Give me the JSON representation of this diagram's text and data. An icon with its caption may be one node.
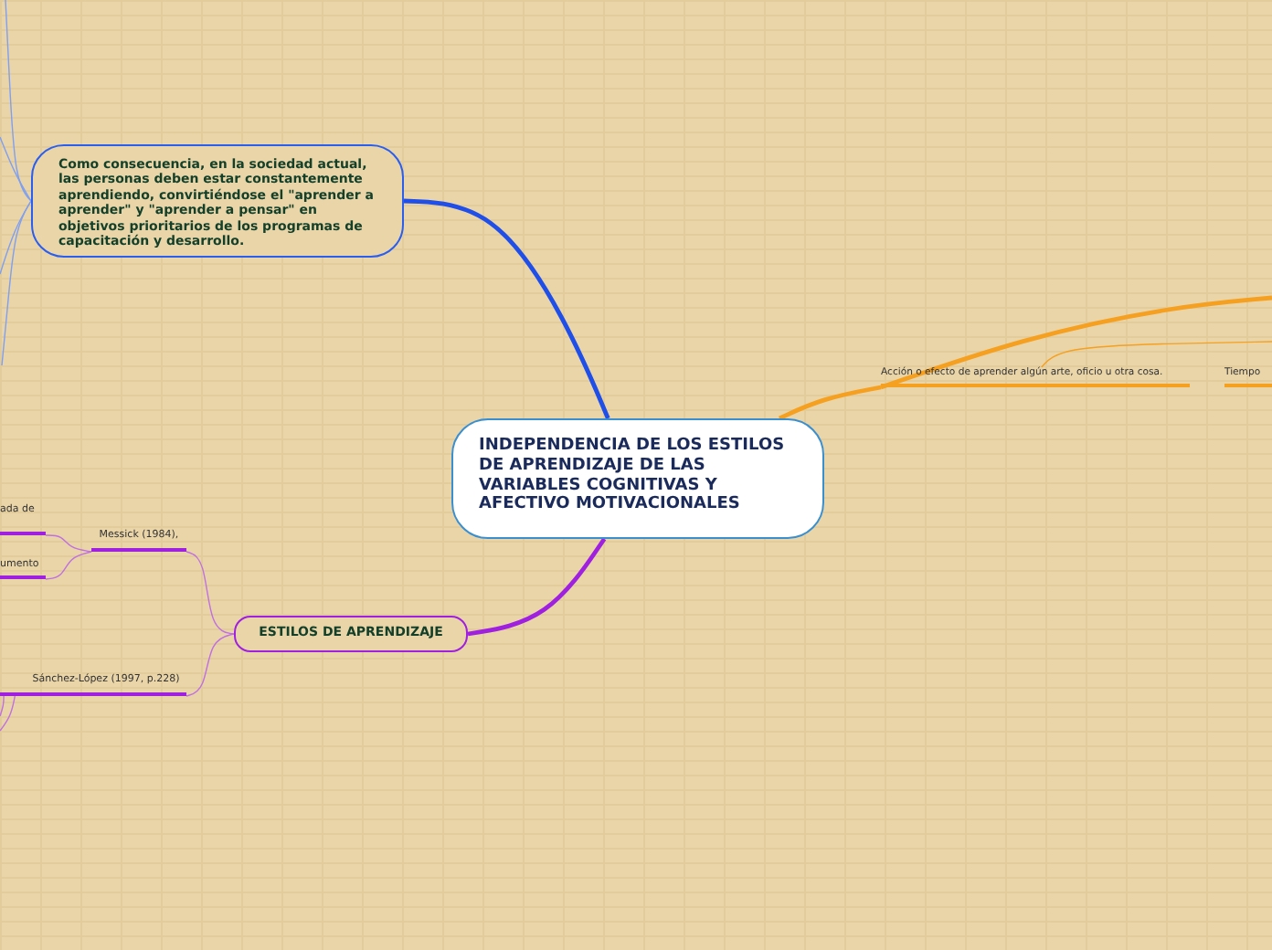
{
  "diagram": {
    "nodes": [
      {
        "text": [
          "INDEPENDENCIA DE LOS ESTILOS DE APRENDIZAJE DE LAS VARIABLES COGNITIVAS Y AFECTIVO MOTIVACIONALES"
        ]
      },
      {
        "text": [
          "Como consecuencia, en la sociedad actual, las personas deben estar constantemente aprendiendo, convirtiéndose el \"aprender a aprender\" y \"aprender a pensar\" en objetivos prioritarios de los programas de capacitación y desarrollo."
        ]
      },
      {
        "text": [
          "ESTILOS DE APRENDIZAJE"
        ]
      },
      {
        "text": [
          "Acción o efecto de aprender algún arte, oficio u otra cosa."
        ]
      },
      {
        "text": [
          "Tiempo"
        ]
      },
      {
        "text": [
          "Messick (1984),"
        ]
      },
      {
        "text": [
          "ada de"
        ]
      },
      {
        "text": [
          "umento"
        ]
      },
      {
        "text": [
          "Sánchez-López (1997, p.228)"
        ]
      }
    ],
    "edges": [
      {
        "from": 0,
        "to": 1,
        "arrow": "none",
        "style": "thick",
        "color": "#1f4fe8"
      },
      {
        "from": 0,
        "to": 2,
        "arrow": "none",
        "style": "thick",
        "color": "#a020e0"
      },
      {
        "from": 0,
        "to": 3,
        "arrow": "none",
        "style": "thick",
        "color": "#f5a020"
      },
      {
        "from": 3,
        "to": null,
        "arrow": "none",
        "style": "thick",
        "color": "#f5a020"
      },
      {
        "from": 3,
        "to": null,
        "arrow": "none",
        "color": "#f5a020"
      },
      {
        "from": 1,
        "to": null,
        "arrow": "none",
        "color": "#7f9ff0"
      },
      {
        "from": 1,
        "to": null,
        "arrow": "none",
        "color": "#7f9ff0"
      },
      {
        "from": 1,
        "to": null,
        "arrow": "none",
        "color": "#7f9ff0"
      },
      {
        "from": 1,
        "to": null,
        "arrow": "none",
        "color": "#7f9ff0"
      },
      {
        "from": 2,
        "to": 5,
        "arrow": "none",
        "color": "#c070e0"
      },
      {
        "from": 2,
        "to": 8,
        "arrow": "none",
        "color": "#c070e0"
      },
      {
        "from": 5,
        "to": 6,
        "arrow": "none",
        "color": "#c070e0"
      },
      {
        "from": 5,
        "to": 7,
        "arrow": "none",
        "color": "#c070e0"
      },
      {
        "from": 8,
        "to": null,
        "arrow": "none",
        "color": "#c070e0"
      },
      {
        "from": 8,
        "to": null,
        "arrow": "none",
        "color": "#c070e0"
      }
    ]
  }
}
